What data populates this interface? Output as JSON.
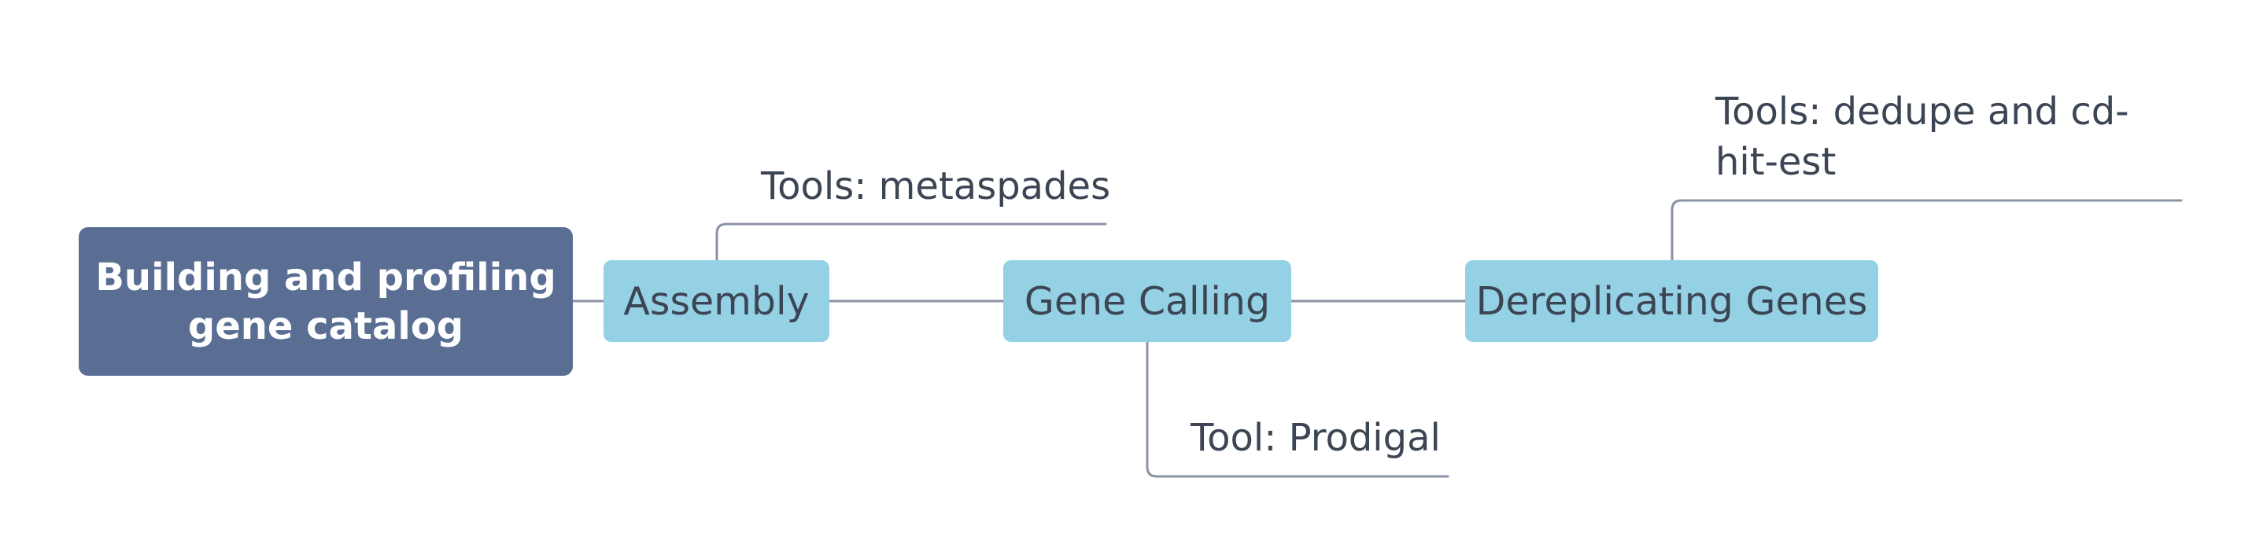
{
  "diagram": {
    "colors": {
      "root_fill": "#5a6e94",
      "topic_fill": "#94d1e5",
      "connector": "#8a93a3",
      "text_dark": "#3c4553",
      "text_light": "#ffffff"
    },
    "root": {
      "label": "Building and profiling gene catalog"
    },
    "steps": [
      {
        "label": "Assembly",
        "note": "Tools: metaspades"
      },
      {
        "label": "Gene Calling",
        "note": "Tool: Prodigal"
      },
      {
        "label": "Dereplicating Genes",
        "note": "Tools: dedupe and cd-hit-est"
      }
    ]
  }
}
